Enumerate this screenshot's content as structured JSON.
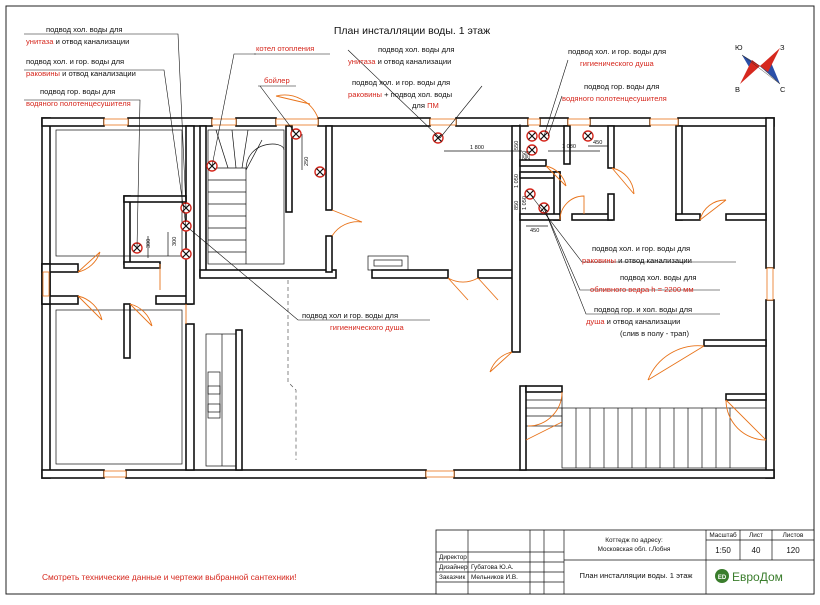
{
  "title": "План инсталляции воды. 1 этаж",
  "note": "Смотреть технические данные и чертежи выбранной сантехники!",
  "compass": [
    "Ю",
    "З",
    "В",
    "С"
  ],
  "callouts": {
    "c1": {
      "l1a": "подвод хол. воды для",
      "l2a": "унитаза",
      "l2b": " и отвод канализации"
    },
    "c2": {
      "l1a": "подвод хол. и гор. воды для",
      "l2a": "раковины",
      "l2b": " и отвод канализации"
    },
    "c3": {
      "l1a": "подвод гор. воды для",
      "l2a": "водяного полотенцесушителя"
    },
    "c4": {
      "l1a": "котел отопления"
    },
    "c5": {
      "l1a": "бойлер"
    },
    "c6": {
      "l1a": "подвод хол. воды для",
      "l2a": "унитаза",
      "l2b": " и отвод канализации"
    },
    "c7": {
      "l1a": "подвод хол. и гор. воды для",
      "l2a": "раковины",
      "l2b": " + подвод хол. воды",
      "l3a": "для ",
      "l3b": "ПМ"
    },
    "c8": {
      "l1a": "подвод хол. и гор. воды для",
      "l2a": "гигиенического душа"
    },
    "c9": {
      "l1a": "подвод гор. воды для",
      "l2a": "водяного полотенцесушителя"
    },
    "c10": {
      "l1a": "подвод хол и гор. воды для",
      "l2a": "гигиенического душа"
    },
    "c11": {
      "l1a": "подвод хол. и гор. воды для",
      "l2a": "раковины",
      "l2b": " и отвод канализации"
    },
    "c12": {
      "l1a": "подвод хол. воды для",
      "l2a": "обливного ведра h = 2200 мм"
    },
    "c13": {
      "l1a": "подвод гор. и хол. воды для",
      "l2a": "душа",
      "l2b": " и отвод канализации",
      "l3a": "(слив в полу - трап)"
    }
  },
  "dimensions": [
    "1 800",
    "1 080",
    "450",
    "300",
    "300",
    "250",
    "550",
    "1 050",
    "450",
    "850",
    "1 050",
    "250",
    "250"
  ],
  "title_block": {
    "address_l1": "Коттедж по адресу:",
    "address_l2": "Московская обл. г.Лобня",
    "scale_label": "Масштаб",
    "sheet_label": "Лист",
    "sheets_label": "Листов",
    "scale": "1:50",
    "sheet": "40",
    "sheets": "120",
    "roles": [
      {
        "role": "Директор",
        "name": ""
      },
      {
        "role": "Дизайнер",
        "name": "Губатова Ю.А."
      },
      {
        "role": "Заказчик",
        "name": "Мельников И.В."
      }
    ],
    "sheet_title": "План инсталляции воды. 1 этаж",
    "logo_mark": "ED",
    "logo_text": "ЕвроДом"
  }
}
